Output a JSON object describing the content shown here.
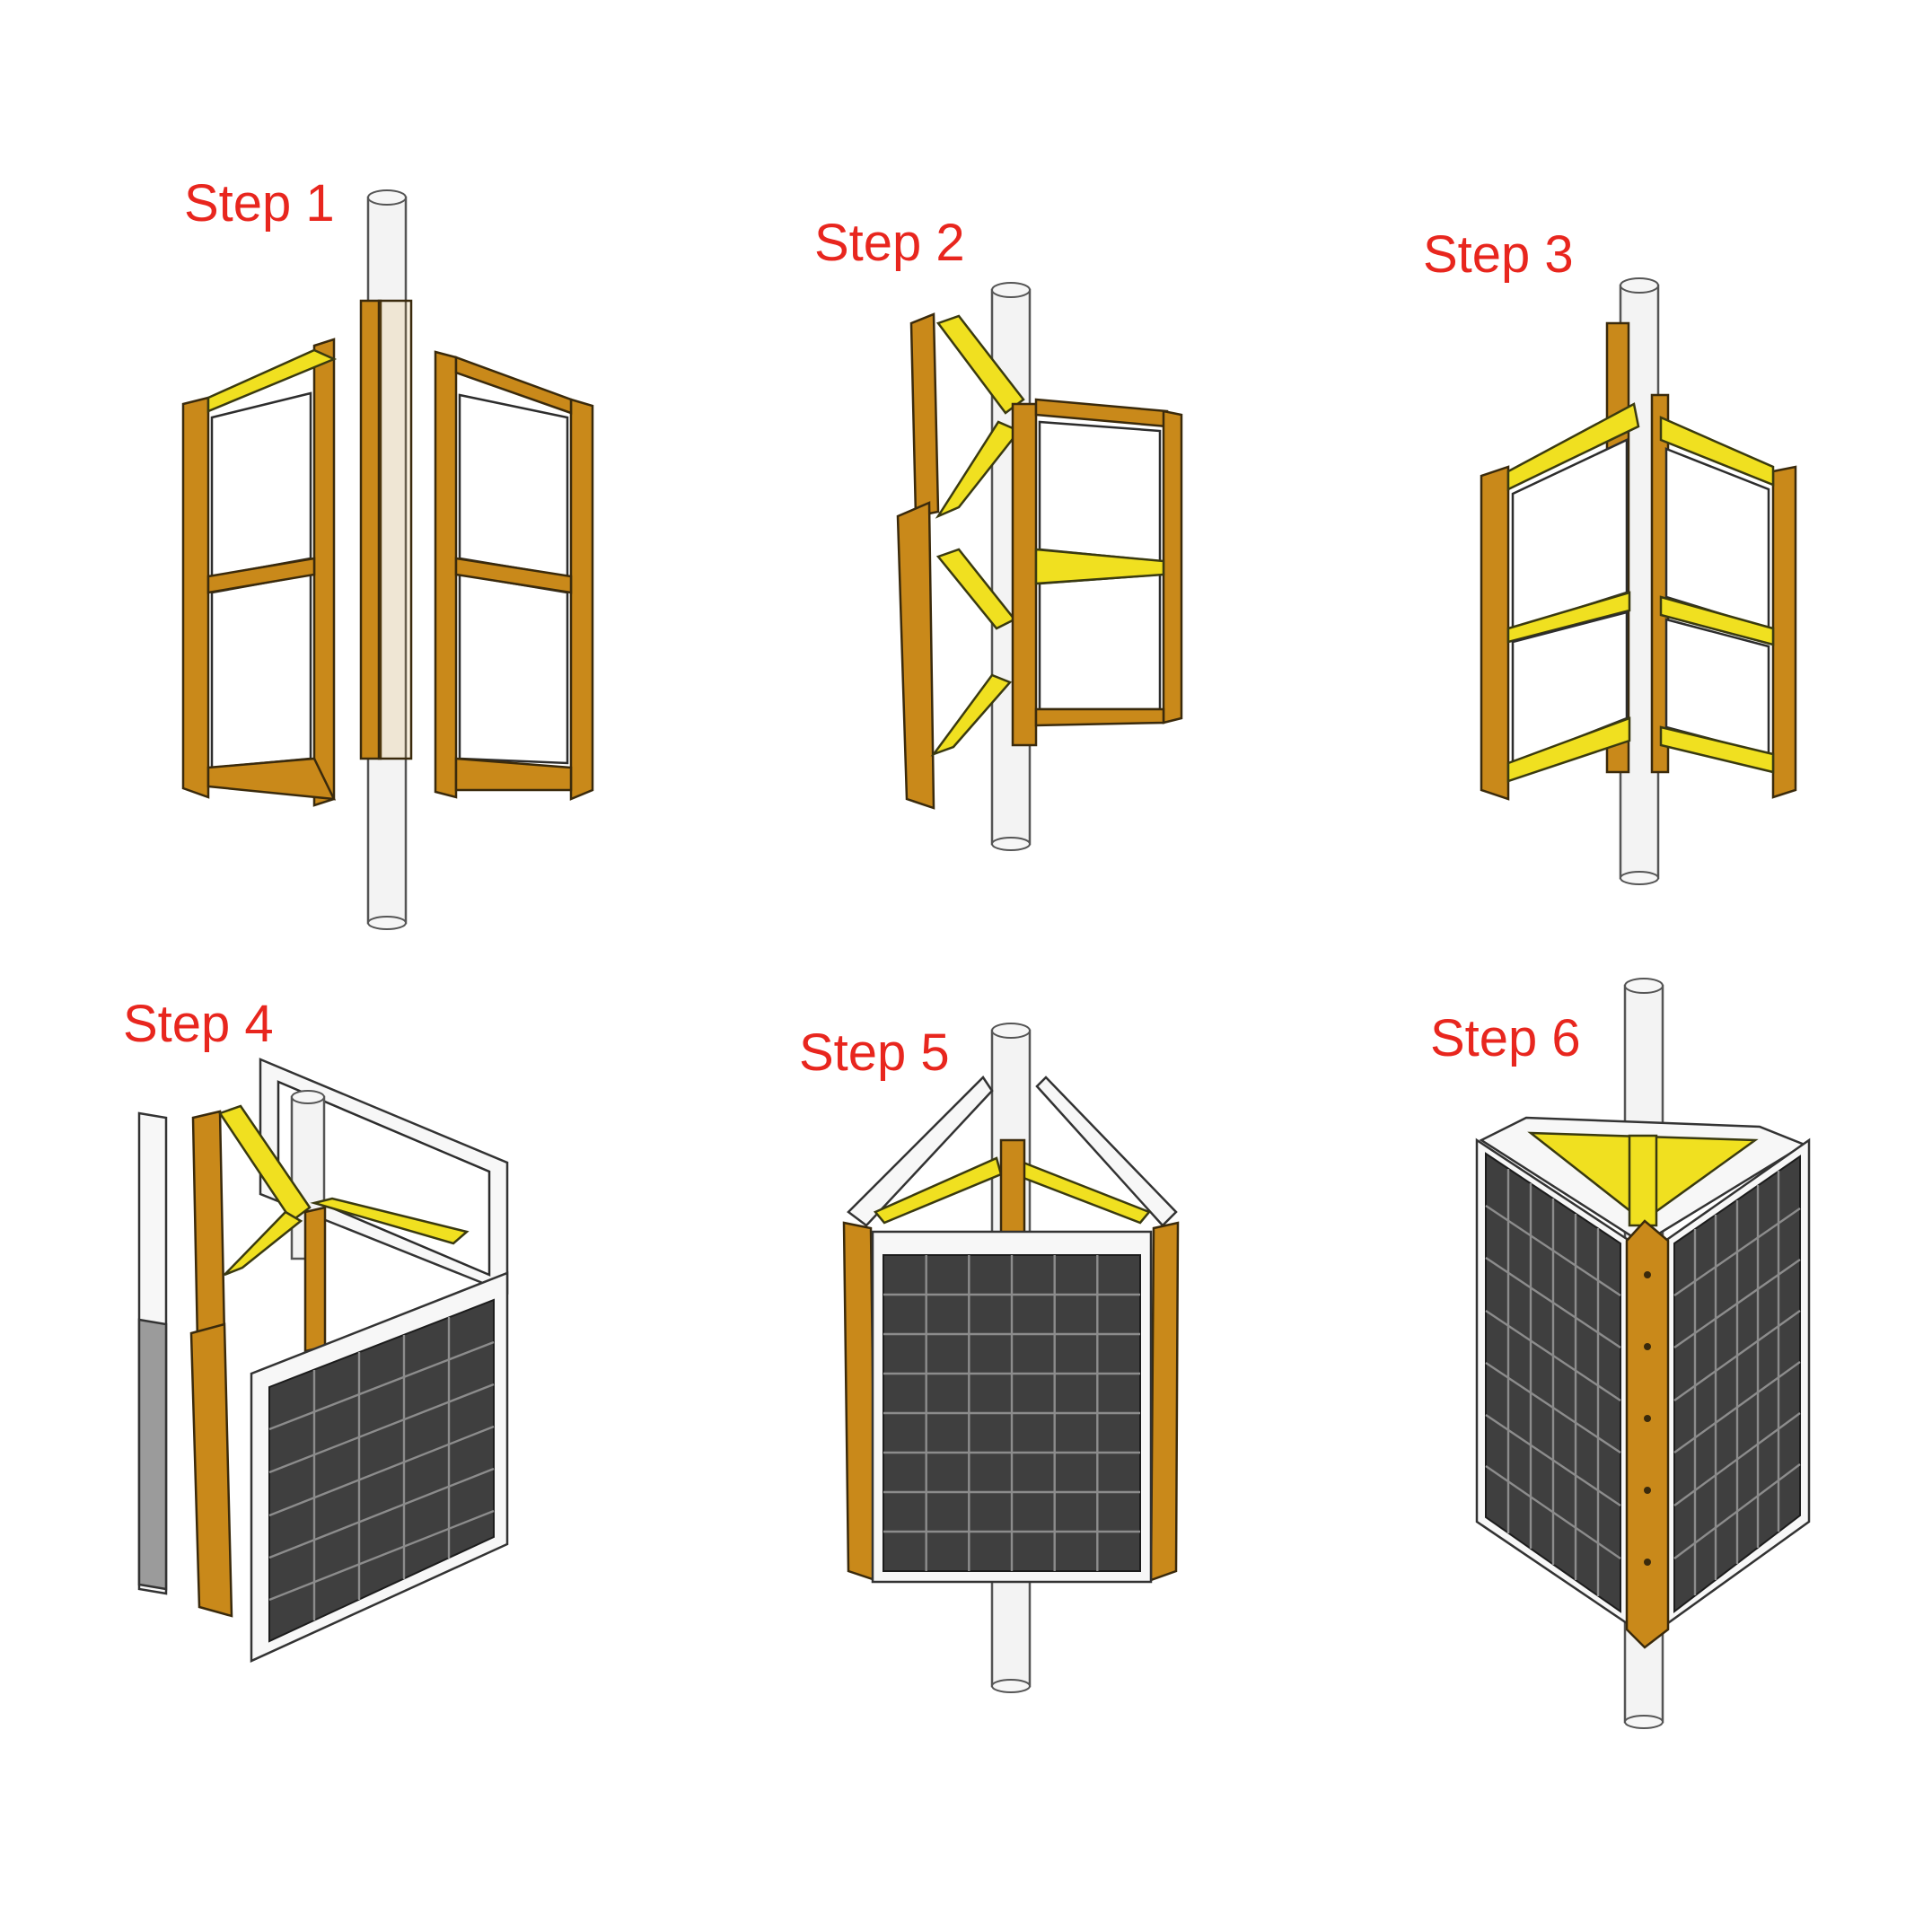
{
  "steps": [
    {
      "label": "Step 1"
    },
    {
      "label": "Step 2"
    },
    {
      "label": "Step 3"
    },
    {
      "label": "Step 4"
    },
    {
      "label": "Step 5"
    },
    {
      "label": "Step 6"
    }
  ],
  "colors": {
    "label": "#e8261e",
    "frame_orange": "#c9891a",
    "brace_yellow": "#f0e020",
    "pole": "#f3f3f3",
    "solar_cell": "#3f3f3f"
  }
}
